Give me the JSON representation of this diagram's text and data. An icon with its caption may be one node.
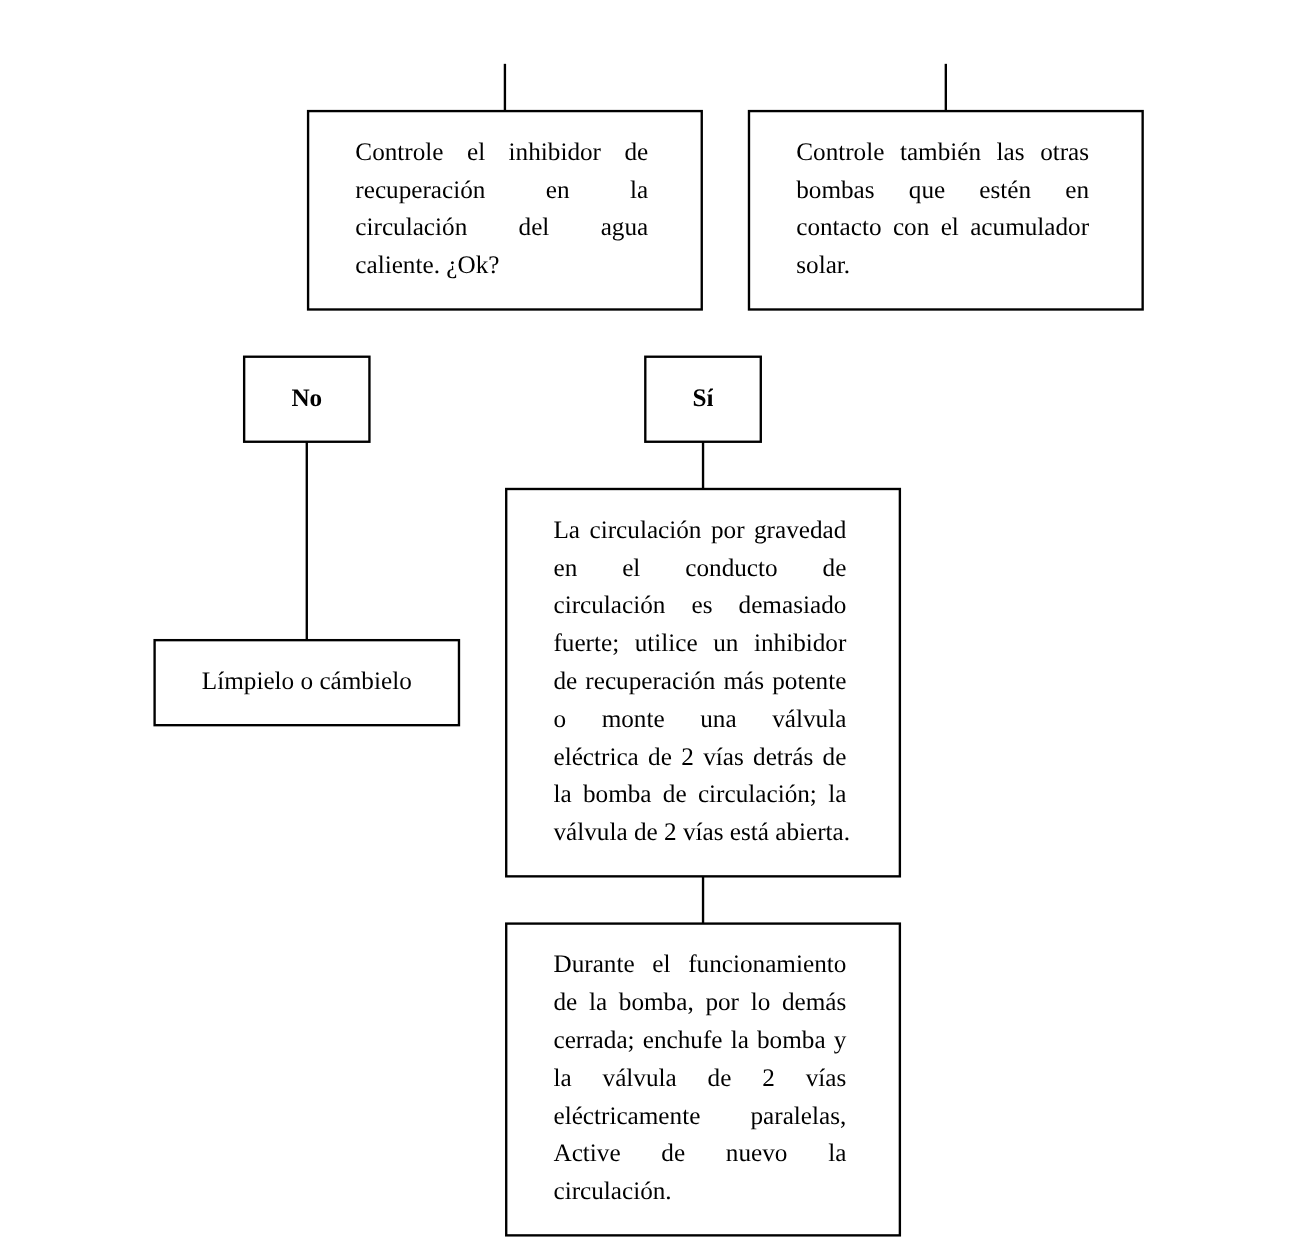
{
  "diagram": {
    "nodes": [
      {
        "text": [
          "Controle el inhibidor de recuperación en la circulación del agua caliente. ¿Ok?"
        ]
      },
      {
        "text": [
          "Controle también las otras bombas que estén en contacto con el acumulador solar."
        ]
      },
      {
        "text": [
          "Sí"
        ]
      },
      {
        "text": [
          "No"
        ]
      },
      {
        "text": [
          "Límpielo o cámbielo"
        ]
      },
      {
        "text": [
          "La circulación por gravedad en el conducto de circulación es demasiado fuerte; utilice un inhibidor de recuperación más potente o monte una válvula eléctrica de 2 vías detrás de la bomba de circulación; la válvula de 2 vías está abierta."
        ]
      },
      {
        "text": [
          "Durante el funcionamiento de la bomba, por lo demás cerrada; enchufe la bomba y la válvula de 2 vías eléctricamente paralelas, Active de nuevo la circulación."
        ]
      }
    ],
    "edges": [
      {
        "from": null,
        "to": 0,
        "arrow": "none"
      },
      {
        "from": null,
        "to": 1,
        "arrow": "none"
      },
      {
        "from": 2,
        "to": 5,
        "arrow": "none"
      },
      {
        "from": 3,
        "to": 4,
        "arrow": "none"
      },
      {
        "from": 5,
        "to": 6,
        "arrow": "none"
      }
    ]
  }
}
